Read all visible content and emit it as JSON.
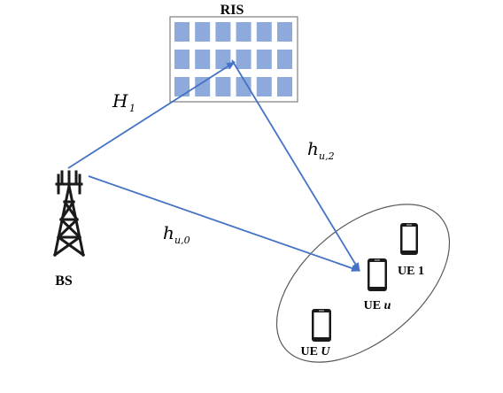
{
  "labels": {
    "ris": "RIS",
    "bs": "BS",
    "ue1": "UE 1",
    "ueu_prefix": "UE ",
    "ueu_var": "u",
    "ueU_prefix": "UE ",
    "ueU_var": "U"
  },
  "channels": {
    "h1": {
      "symbol": "H",
      "subscript": "1"
    },
    "hu2": {
      "symbol": "h",
      "subscript": "u,2"
    },
    "hu0": {
      "symbol": "h",
      "subscript": "u,0"
    }
  },
  "colors": {
    "arrow": "#4472C4",
    "ris_cell": "#8EA9DB",
    "ris_border": "#7f7f7f",
    "ellipse": "#595959",
    "tower": "#1a1a1a"
  },
  "icons": [
    "cell-tower-icon",
    "smartphone-icon"
  ]
}
